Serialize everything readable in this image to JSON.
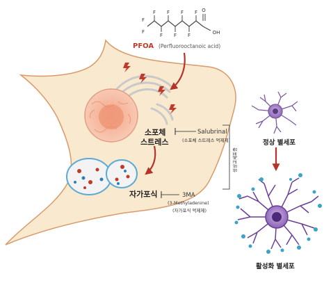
{
  "pfoa": {
    "label": "PFOA",
    "fullname": "(Perfluorooctanoic acid)",
    "structure": {
      "atom_f": "F",
      "atom_o": "O",
      "group_oh": "OH"
    }
  },
  "stress": {
    "label_line1": "소포체",
    "label_line2": "스트레스",
    "inhibitor": "Salubrinal",
    "inhibitor_note": "(소포체 스트레스 억제제)"
  },
  "autophagy": {
    "label": "자가포식",
    "inhibitor": "3MA",
    "inhibitor_fullname": "(3-Methyladenine)",
    "inhibitor_note": "(자가포식 억제제)"
  },
  "bracket_label": "성상교세포증",
  "normal_cell_label": "정상 별세포",
  "activated_cell_label": "활성화 별세포",
  "colors": {
    "cell_fill": "#f8e9cf",
    "cell_stroke": "#d99a69",
    "pfoa_red": "#c0392b",
    "arrow_red": "#b5332b",
    "nucleus": "#f4b49a",
    "astrocyte_purple": "#7d5a9e",
    "activated_purple": "#6a3d97",
    "dot_blue": "#3aa3c9"
  }
}
